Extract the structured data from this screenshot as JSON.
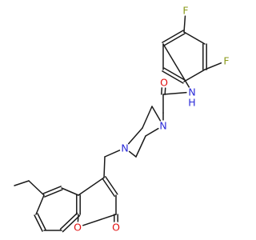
{
  "colors": {
    "bond": "#1a1a1a",
    "carbon": "#1a1a1a",
    "nitrogen": "#2a2ad8",
    "oxygen": "#e01010",
    "fluorine": "#8a9a1a",
    "hydrogen": "#2a2ad8"
  },
  "atom_labels": {
    "f_top": "F",
    "f_right": "F",
    "o_amide": "O",
    "n_amide": "N",
    "h_amide": "H",
    "n_pip_right": "N",
    "n_pip_left": "N",
    "o_ring": "O",
    "o_carbonyl": "O"
  }
}
